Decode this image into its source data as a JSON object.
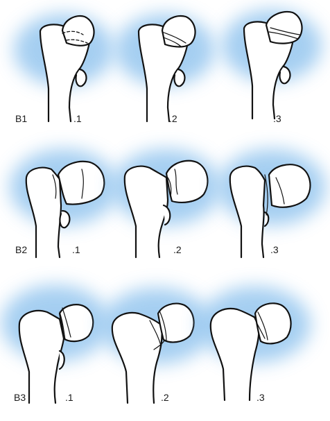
{
  "colors": {
    "background": "#ffffff",
    "halo": "#8fc3ee",
    "outline": "#111111"
  },
  "rows": [
    {
      "group_label": "B1",
      "panels": [
        {
          "label": ".1"
        },
        {
          "label": ".2"
        },
        {
          "label": ".3"
        }
      ]
    },
    {
      "group_label": "B2",
      "panels": [
        {
          "label": ".1"
        },
        {
          "label": ".2"
        },
        {
          "label": ".3"
        }
      ]
    },
    {
      "group_label": "B3",
      "panels": [
        {
          "label": ".1"
        },
        {
          "label": ".2"
        },
        {
          "label": ".3"
        }
      ]
    }
  ]
}
